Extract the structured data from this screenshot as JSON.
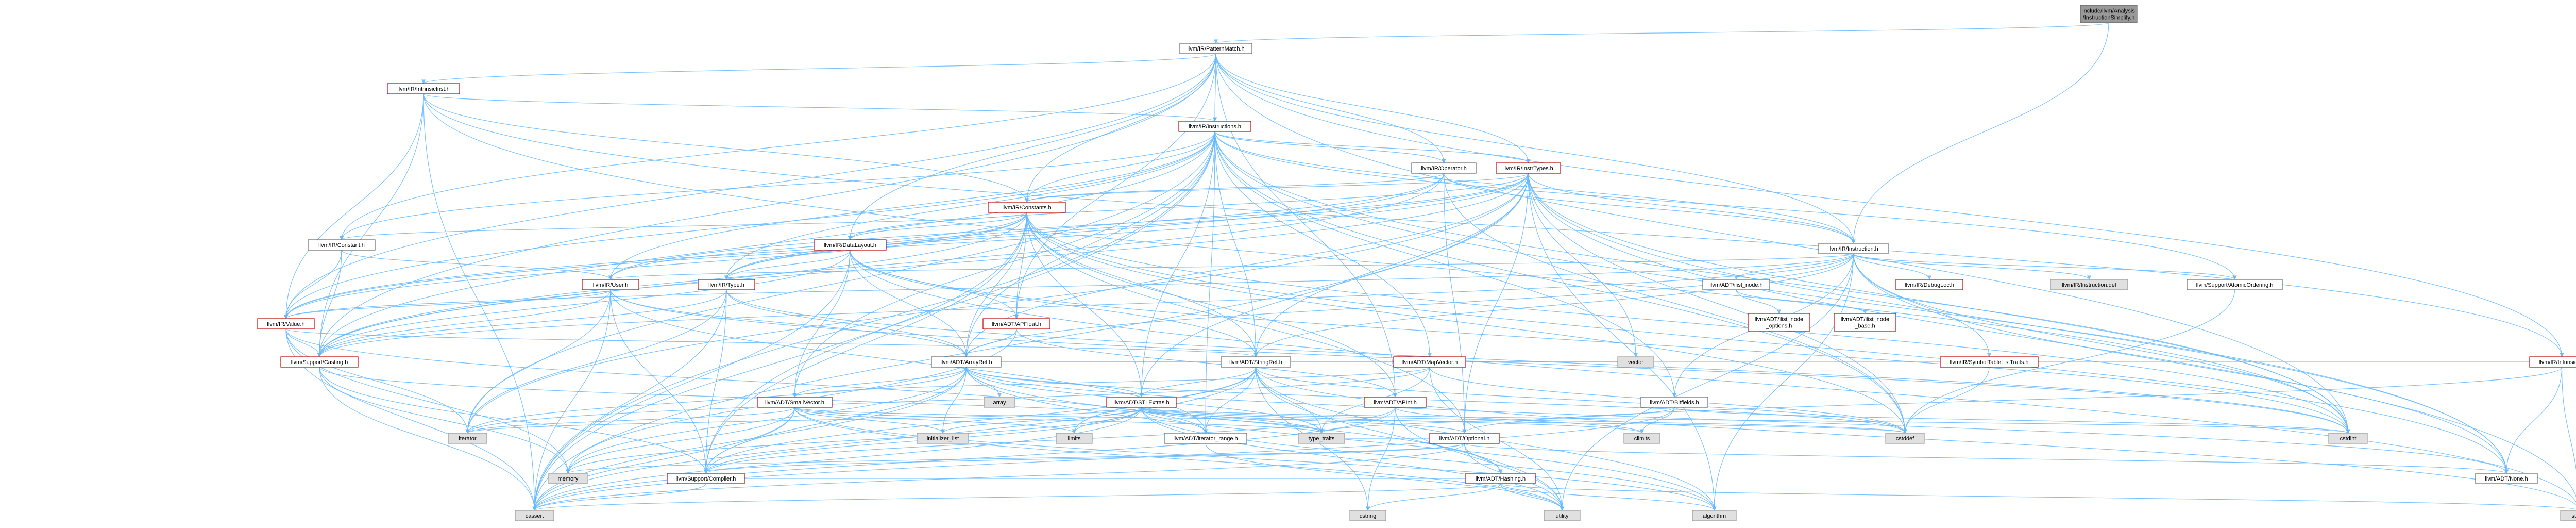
{
  "diagram": {
    "root": "include/llvm/Analysis/InstructionSimplify.h",
    "nodes": [
      {
        "id": "root",
        "label": [
          "include/llvm/Analysis",
          "/InstructionSimplify.h"
        ],
        "style": "root"
      },
      {
        "id": "patternmatch",
        "label": [
          "llvm/IR/PatternMatch.h"
        ],
        "style": "plain"
      },
      {
        "id": "instrtypes",
        "label": [
          "llvm/IR/InstrTypes.h"
        ],
        "style": "red"
      },
      {
        "id": "intrinsicinst",
        "label": [
          "llvm/IR/IntrinsicInst.h"
        ],
        "style": "red"
      },
      {
        "id": "instructions",
        "label": [
          "llvm/IR/Instructions.h"
        ],
        "style": "red"
      },
      {
        "id": "operator",
        "label": [
          "llvm/IR/Operator.h"
        ],
        "style": "plain"
      },
      {
        "id": "constants",
        "label": [
          "llvm/IR/Constants.h"
        ],
        "style": "red"
      },
      {
        "id": "instruction",
        "label": [
          "llvm/IR/Instruction.h"
        ],
        "style": "plain"
      },
      {
        "id": "constant",
        "label": [
          "llvm/IR/Constant.h"
        ],
        "style": "plain"
      },
      {
        "id": "datalayout",
        "label": [
          "llvm/IR/DataLayout.h"
        ],
        "style": "red"
      },
      {
        "id": "user",
        "label": [
          "llvm/IR/User.h"
        ],
        "style": "red"
      },
      {
        "id": "type",
        "label": [
          "llvm/IR/Type.h"
        ],
        "style": "red"
      },
      {
        "id": "value",
        "label": [
          "llvm/IR/Value.h"
        ],
        "style": "red"
      },
      {
        "id": "casting",
        "label": [
          "llvm/Support/Casting.h"
        ],
        "style": "red"
      },
      {
        "id": "apfloat",
        "label": [
          "llvm/ADT/APFloat.h"
        ],
        "style": "red"
      },
      {
        "id": "arrayref",
        "label": [
          "llvm/ADT/ArrayRef.h"
        ],
        "style": "plain"
      },
      {
        "id": "stringref",
        "label": [
          "llvm/ADT/StringRef.h"
        ],
        "style": "plain"
      },
      {
        "id": "mapvector",
        "label": [
          "llvm/ADT/MapVector.h"
        ],
        "style": "red"
      },
      {
        "id": "smallvector",
        "label": [
          "llvm/ADT/SmallVector.h"
        ],
        "style": "red"
      },
      {
        "id": "stlextras",
        "label": [
          "llvm/ADT/STLExtras.h"
        ],
        "style": "red"
      },
      {
        "id": "apint",
        "label": [
          "llvm/ADT/APInt.h"
        ],
        "style": "red"
      },
      {
        "id": "bitfields",
        "label": [
          "llvm/ADT/Bitfields.h"
        ],
        "style": "plain"
      },
      {
        "id": "iteratorrange",
        "label": [
          "llvm/ADT/iterator_range.h"
        ],
        "style": "plain"
      },
      {
        "id": "optional",
        "label": [
          "llvm/ADT/Optional.h"
        ],
        "style": "red"
      },
      {
        "id": "hashing",
        "label": [
          "llvm/ADT/Hashing.h"
        ],
        "style": "red"
      },
      {
        "id": "compiler",
        "label": [
          "llvm/Support/Compiler.h"
        ],
        "style": "red"
      },
      {
        "id": "none",
        "label": [
          "llvm/ADT/None.h"
        ],
        "style": "plain"
      },
      {
        "id": "ilistnode",
        "label": [
          "llvm/ADT/ilist_node.h"
        ],
        "style": "plain"
      },
      {
        "id": "ilistnodeoptions",
        "label": [
          "llvm/ADT/ilist_node",
          "_options.h"
        ],
        "style": "red"
      },
      {
        "id": "ilistnodebase",
        "label": [
          "llvm/ADT/ilist_node",
          "_base.h"
        ],
        "style": "red"
      },
      {
        "id": "debugloc",
        "label": [
          "llvm/IR/DebugLoc.h"
        ],
        "style": "red"
      },
      {
        "id": "instructiondef",
        "label": [
          "llvm/IR/Instruction.def"
        ],
        "style": "gray"
      },
      {
        "id": "atomicordering",
        "label": [
          "llvm/Support/AtomicOrdering.h"
        ],
        "style": "plain"
      },
      {
        "id": "symboltablelisttraits",
        "label": [
          "llvm/IR/SymbolTableListTraits.h"
        ],
        "style": "red"
      },
      {
        "id": "intrinsics",
        "label": [
          "llvm/IR/Intrinsics.h"
        ],
        "style": "red"
      },
      {
        "id": "iterator",
        "label": [
          "iterator"
        ],
        "style": "gray"
      },
      {
        "id": "memory",
        "label": [
          "memory"
        ],
        "style": "gray"
      },
      {
        "id": "cassert",
        "label": [
          "cassert"
        ],
        "style": "gray"
      },
      {
        "id": "array",
        "label": [
          "array"
        ],
        "style": "gray"
      },
      {
        "id": "initializerlist",
        "label": [
          "initializer_list"
        ],
        "style": "gray"
      },
      {
        "id": "limits",
        "label": [
          "limits"
        ],
        "style": "gray"
      },
      {
        "id": "typetraits",
        "label": [
          "type_traits"
        ],
        "style": "gray"
      },
      {
        "id": "vector",
        "label": [
          "vector"
        ],
        "style": "gray"
      },
      {
        "id": "climits",
        "label": [
          "climits"
        ],
        "style": "gray"
      },
      {
        "id": "cstddef",
        "label": [
          "cstddef"
        ],
        "style": "gray"
      },
      {
        "id": "cstdint",
        "label": [
          "cstdint"
        ],
        "style": "gray"
      },
      {
        "id": "utility",
        "label": [
          "utility"
        ],
        "style": "gray"
      },
      {
        "id": "cstring",
        "label": [
          "cstring"
        ],
        "style": "gray"
      },
      {
        "id": "algorithm",
        "label": [
          "algorithm"
        ],
        "style": "gray"
      },
      {
        "id": "string",
        "label": [
          "string"
        ],
        "style": "gray"
      }
    ],
    "edges": [
      [
        "root",
        "patternmatch"
      ],
      [
        "root",
        "instruction"
      ],
      [
        "patternmatch",
        "intrinsicinst"
      ],
      [
        "patternmatch",
        "instructions"
      ],
      [
        "patternmatch",
        "operator"
      ],
      [
        "patternmatch",
        "instrtypes"
      ],
      [
        "patternmatch",
        "constants"
      ],
      [
        "patternmatch",
        "constant"
      ],
      [
        "patternmatch",
        "datalayout"
      ],
      [
        "patternmatch",
        "instruction"
      ],
      [
        "patternmatch",
        "intrinsics"
      ],
      [
        "patternmatch",
        "value"
      ],
      [
        "patternmatch",
        "casting"
      ],
      [
        "patternmatch",
        "apfloat"
      ],
      [
        "patternmatch",
        "apint"
      ],
      [
        "patternmatch",
        "cstdint"
      ],
      [
        "intrinsicinst",
        "instructions"
      ],
      [
        "intrinsicinst",
        "constants"
      ],
      [
        "intrinsicinst",
        "intrinsics"
      ],
      [
        "intrinsicinst",
        "value"
      ],
      [
        "intrinsicinst",
        "casting"
      ],
      [
        "intrinsicinst",
        "cassert"
      ],
      [
        "intrinsicinst",
        "cstdint"
      ],
      [
        "instructions",
        "instrtypes"
      ],
      [
        "instructions",
        "operator"
      ],
      [
        "instructions",
        "constants"
      ],
      [
        "instructions",
        "constant"
      ],
      [
        "instructions",
        "instruction"
      ],
      [
        "instructions",
        "user"
      ],
      [
        "instructions",
        "type"
      ],
      [
        "instructions",
        "value"
      ],
      [
        "instructions",
        "casting"
      ],
      [
        "instructions",
        "arrayref"
      ],
      [
        "instructions",
        "stringref"
      ],
      [
        "instructions",
        "mapvector"
      ],
      [
        "instructions",
        "smallvector"
      ],
      [
        "instructions",
        "stlextras"
      ],
      [
        "instructions",
        "bitfields"
      ],
      [
        "instructions",
        "iteratorrange"
      ],
      [
        "instructions",
        "atomicordering"
      ],
      [
        "instructions",
        "compiler"
      ],
      [
        "instructions",
        "none"
      ],
      [
        "instructions",
        "iterator"
      ],
      [
        "instructions",
        "cassert"
      ],
      [
        "instructions",
        "cstddef"
      ],
      [
        "instructions",
        "cstdint"
      ],
      [
        "instrtypes",
        "constants"
      ],
      [
        "instrtypes",
        "instruction"
      ],
      [
        "instrtypes",
        "datalayout"
      ],
      [
        "instrtypes",
        "user"
      ],
      [
        "instrtypes",
        "type"
      ],
      [
        "instrtypes",
        "value"
      ],
      [
        "instrtypes",
        "casting"
      ],
      [
        "instrtypes",
        "arrayref"
      ],
      [
        "instrtypes",
        "stringref"
      ],
      [
        "instrtypes",
        "stlextras"
      ],
      [
        "instrtypes",
        "optional"
      ],
      [
        "instrtypes",
        "none"
      ],
      [
        "instrtypes",
        "algorithm"
      ],
      [
        "instrtypes",
        "cassert"
      ],
      [
        "instrtypes",
        "cstddef"
      ],
      [
        "instrtypes",
        "cstdint"
      ],
      [
        "instrtypes",
        "string"
      ],
      [
        "instrtypes",
        "vector"
      ],
      [
        "instrtypes",
        "iterator"
      ],
      [
        "operator",
        "constants"
      ],
      [
        "operator",
        "instruction"
      ],
      [
        "operator",
        "type"
      ],
      [
        "operator",
        "value"
      ],
      [
        "operator",
        "casting"
      ],
      [
        "operator",
        "optional"
      ],
      [
        "operator",
        "cstddef"
      ],
      [
        "constants",
        "constant"
      ],
      [
        "constants",
        "datalayout"
      ],
      [
        "constants",
        "type"
      ],
      [
        "constants",
        "user"
      ],
      [
        "constants",
        "value"
      ],
      [
        "constants",
        "casting"
      ],
      [
        "constants",
        "apfloat"
      ],
      [
        "constants",
        "apint"
      ],
      [
        "constants",
        "arrayref"
      ],
      [
        "constants",
        "stringref"
      ],
      [
        "constants",
        "stlextras"
      ],
      [
        "constants",
        "none"
      ],
      [
        "constants",
        "optional"
      ],
      [
        "constants",
        "compiler"
      ],
      [
        "constants",
        "cassert"
      ],
      [
        "constants",
        "cstddef"
      ],
      [
        "constants",
        "cstdint"
      ],
      [
        "constant",
        "user"
      ],
      [
        "constant",
        "value"
      ],
      [
        "constant",
        "casting"
      ],
      [
        "datalayout",
        "type"
      ],
      [
        "datalayout",
        "arrayref"
      ],
      [
        "datalayout",
        "stringref"
      ],
      [
        "datalayout",
        "smallvector"
      ],
      [
        "datalayout",
        "apfloat"
      ],
      [
        "datalayout",
        "casting"
      ],
      [
        "datalayout",
        "cassert"
      ],
      [
        "datalayout",
        "cstdint"
      ],
      [
        "datalayout",
        "string"
      ],
      [
        "instruction",
        "ilistnode"
      ],
      [
        "instruction",
        "debugloc"
      ],
      [
        "instruction",
        "instructiondef"
      ],
      [
        "instruction",
        "symboltablelisttraits"
      ],
      [
        "instruction",
        "user"
      ],
      [
        "instruction",
        "value"
      ],
      [
        "instruction",
        "atomicordering"
      ],
      [
        "instruction",
        "casting"
      ],
      [
        "instruction",
        "arrayref"
      ],
      [
        "instruction",
        "none"
      ],
      [
        "instruction",
        "bitfields"
      ],
      [
        "instruction",
        "stringref"
      ],
      [
        "instruction",
        "cstdint"
      ],
      [
        "instruction",
        "utility"
      ],
      [
        "instruction",
        "algorithm"
      ],
      [
        "ilistnode",
        "ilistnodeoptions"
      ],
      [
        "ilistnode",
        "ilistnodebase"
      ],
      [
        "user",
        "value"
      ],
      [
        "user",
        "casting"
      ],
      [
        "user",
        "arrayref"
      ],
      [
        "user",
        "iteratorrange"
      ],
      [
        "user",
        "compiler"
      ],
      [
        "user",
        "cassert"
      ],
      [
        "user",
        "cstdint"
      ],
      [
        "user",
        "iterator"
      ],
      [
        "type",
        "arrayref"
      ],
      [
        "type",
        "casting"
      ],
      [
        "type",
        "compiler"
      ],
      [
        "type",
        "iterator"
      ],
      [
        "type",
        "cassert"
      ],
      [
        "type",
        "cstdint"
      ],
      [
        "value",
        "casting"
      ],
      [
        "value",
        "iteratorrange"
      ],
      [
        "value",
        "stringref"
      ],
      [
        "value",
        "memory"
      ],
      [
        "value",
        "cassert"
      ],
      [
        "value",
        "iterator"
      ],
      [
        "casting",
        "compiler"
      ],
      [
        "casting",
        "cassert"
      ],
      [
        "casting",
        "memory"
      ],
      [
        "casting",
        "typetraits"
      ],
      [
        "apfloat",
        "apint"
      ],
      [
        "apfloat",
        "arrayref"
      ],
      [
        "apfloat",
        "memory"
      ],
      [
        "arrayref",
        "hashing"
      ],
      [
        "arrayref",
        "none"
      ],
      [
        "arrayref",
        "smallvector"
      ],
      [
        "arrayref",
        "stlextras"
      ],
      [
        "arrayref",
        "compiler"
      ],
      [
        "arrayref",
        "algorithm"
      ],
      [
        "arrayref",
        "array"
      ],
      [
        "arrayref",
        "cassert"
      ],
      [
        "arrayref",
        "cstddef"
      ],
      [
        "arrayref",
        "initializerlist"
      ],
      [
        "arrayref",
        "iterator"
      ],
      [
        "arrayref",
        "memory"
      ],
      [
        "arrayref",
        "typetraits"
      ],
      [
        "arrayref",
        "vector"
      ],
      [
        "stringref",
        "stlextras"
      ],
      [
        "stringref",
        "iteratorrange"
      ],
      [
        "stringref",
        "compiler"
      ],
      [
        "stringref",
        "algorithm"
      ],
      [
        "stringref",
        "cassert"
      ],
      [
        "stringref",
        "cstddef"
      ],
      [
        "stringref",
        "cstring"
      ],
      [
        "stringref",
        "limits"
      ],
      [
        "stringref",
        "string"
      ],
      [
        "stringref",
        "typetraits"
      ],
      [
        "stringref",
        "utility"
      ],
      [
        "mapvector",
        "smallvector"
      ],
      [
        "mapvector",
        "vector"
      ],
      [
        "mapvector",
        "cstddef"
      ],
      [
        "mapvector",
        "utility"
      ],
      [
        "mapvector",
        "iterator"
      ],
      [
        "mapvector",
        "typetraits"
      ],
      [
        "smallvector",
        "compiler"
      ],
      [
        "smallvector",
        "algorithm"
      ],
      [
        "smallvector",
        "cassert"
      ],
      [
        "smallvector",
        "cstddef"
      ],
      [
        "smallvector",
        "initializerlist"
      ],
      [
        "smallvector",
        "iterator"
      ],
      [
        "smallvector",
        "limits"
      ],
      [
        "smallvector",
        "memory"
      ],
      [
        "smallvector",
        "typetraits"
      ],
      [
        "smallvector",
        "utility"
      ],
      [
        "stlextras",
        "optional"
      ],
      [
        "stlextras",
        "iteratorrange"
      ],
      [
        "stlextras",
        "compiler"
      ],
      [
        "stlextras",
        "algorithm"
      ],
      [
        "stlextras",
        "cassert"
      ],
      [
        "stlextras",
        "cstddef"
      ],
      [
        "stlextras",
        "cstdint"
      ],
      [
        "stlextras",
        "limits"
      ],
      [
        "stlextras",
        "memory"
      ],
      [
        "stlextras",
        "typetraits"
      ],
      [
        "stlextras",
        "utility"
      ],
      [
        "stlextras",
        "initializerlist"
      ],
      [
        "stlextras",
        "climits"
      ],
      [
        "stlextras",
        "iterator"
      ],
      [
        "apint",
        "compiler"
      ],
      [
        "apint",
        "cassert"
      ],
      [
        "apint",
        "climits"
      ],
      [
        "apint",
        "cstring"
      ],
      [
        "apint",
        "utility"
      ],
      [
        "bitfields",
        "climits"
      ],
      [
        "bitfields",
        "cstdint"
      ],
      [
        "bitfields",
        "typetraits"
      ],
      [
        "bitfields",
        "cassert"
      ],
      [
        "iteratorrange",
        "utility"
      ],
      [
        "optional",
        "hashing"
      ],
      [
        "optional",
        "none"
      ],
      [
        "optional",
        "compiler"
      ],
      [
        "optional",
        "cassert"
      ],
      [
        "optional",
        "memory"
      ],
      [
        "optional",
        "utility"
      ],
      [
        "optional",
        "typetraits"
      ],
      [
        "hashing",
        "compiler"
      ],
      [
        "hashing",
        "algorithm"
      ],
      [
        "hashing",
        "cassert"
      ],
      [
        "hashing",
        "cstring"
      ],
      [
        "hashing",
        "string"
      ],
      [
        "hashing",
        "utility"
      ],
      [
        "compiler",
        "cassert"
      ],
      [
        "atomicordering",
        "cstddef"
      ],
      [
        "symboltablelisttraits",
        "cstddef"
      ],
      [
        "intrinsics",
        "arrayref"
      ],
      [
        "intrinsics",
        "none"
      ],
      [
        "intrinsics",
        "optional"
      ],
      [
        "intrinsics",
        "string"
      ]
    ]
  }
}
